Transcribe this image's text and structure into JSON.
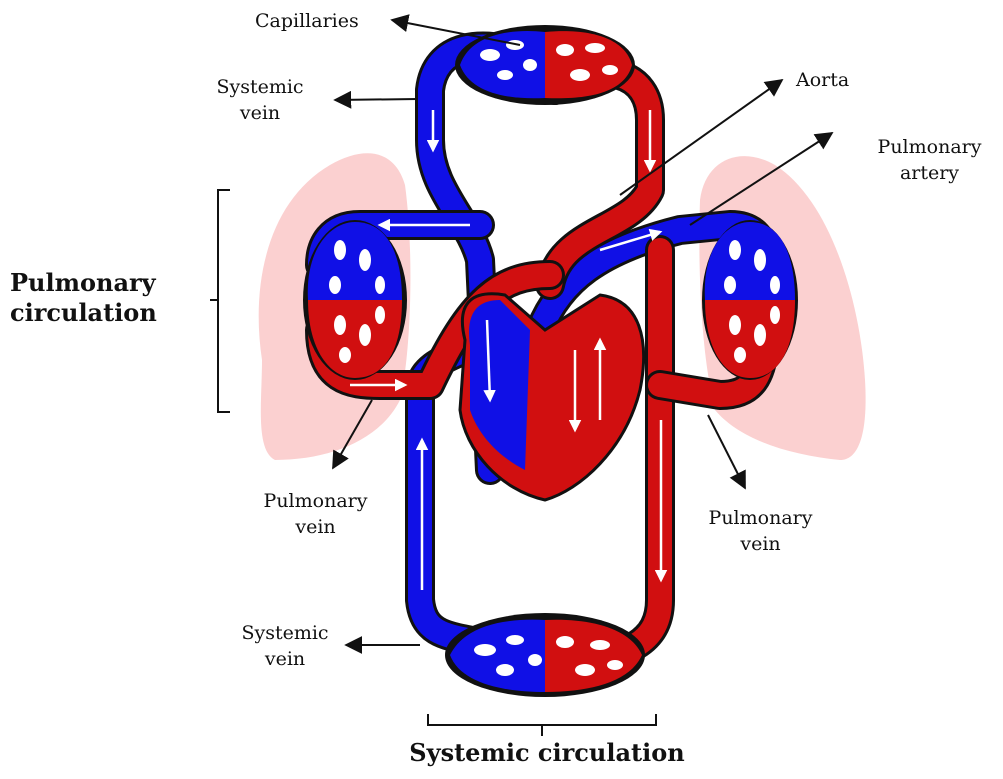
{
  "labels": {
    "capillaries": "Capillaries",
    "systemic_vein_top": [
      "Systemic",
      "vein"
    ],
    "aorta": "Aorta",
    "pulmonary_artery": [
      "Pulmonary",
      "artery"
    ],
    "pulmonary_circulation": [
      "Pulmonary",
      "circulation"
    ],
    "pulmonary_vein_left": [
      "Pulmonary",
      "vein"
    ],
    "pulmonary_vein_right": [
      "Pulmonary",
      "vein"
    ],
    "systemic_vein_bottom": [
      "Systemic",
      "vein"
    ],
    "systemic_circulation": "Systemic circulation"
  },
  "colors": {
    "oxygenated": "#d10f10",
    "deoxygenated": "#1010e6",
    "lung": "#fbd0d0",
    "outline": "#111111",
    "flow_arrow": "#ffffff"
  }
}
